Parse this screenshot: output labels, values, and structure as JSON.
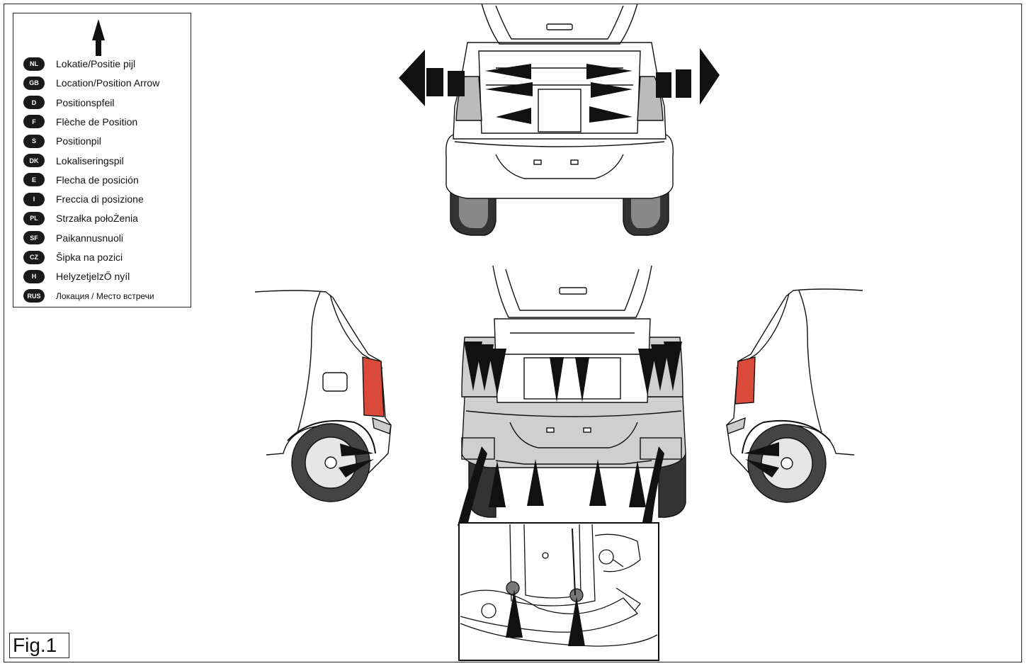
{
  "figure": {
    "label": "Fig.1"
  },
  "legend": {
    "symbol_icon": "up-arrow-icon",
    "entries": [
      {
        "code": "NL",
        "text": "Lokatie/Positie pijl"
      },
      {
        "code": "GB",
        "text": "Location/Position Arrow"
      },
      {
        "code": "D",
        "text": "Positionspfeil"
      },
      {
        "code": "F",
        "text": "Flèche de Position"
      },
      {
        "code": "S",
        "text": "Positionpil"
      },
      {
        "code": "DK",
        "text": "Lokaliseringspil"
      },
      {
        "code": "E",
        "text": "Flecha de posición"
      },
      {
        "code": "I",
        "text": "Freccia di posizione"
      },
      {
        "code": "PL",
        "text": "Strzałka połoŻenia"
      },
      {
        "code": "SF",
        "text": "Paikannusnuoli"
      },
      {
        "code": "CZ",
        "text": "Šipka na pozici"
      },
      {
        "code": "H",
        "text": "HelyzetjelzŐ nyíl"
      },
      {
        "code": "RUS",
        "text": "Локация / Место встречи"
      }
    ]
  },
  "views": {
    "top": "rear-view-car-with-lateral-arrows",
    "middle": "rear-view-car-with-fixing-point-arrows",
    "left": "left-rear-quarter-view",
    "right": "right-rear-quarter-view",
    "detail": "underbody-detail-inset"
  },
  "colors": {
    "ink": "#111111",
    "bumper_shade": "#cfcfcf",
    "tyre": "#3a3a3a",
    "light": "#d9d9d9"
  }
}
